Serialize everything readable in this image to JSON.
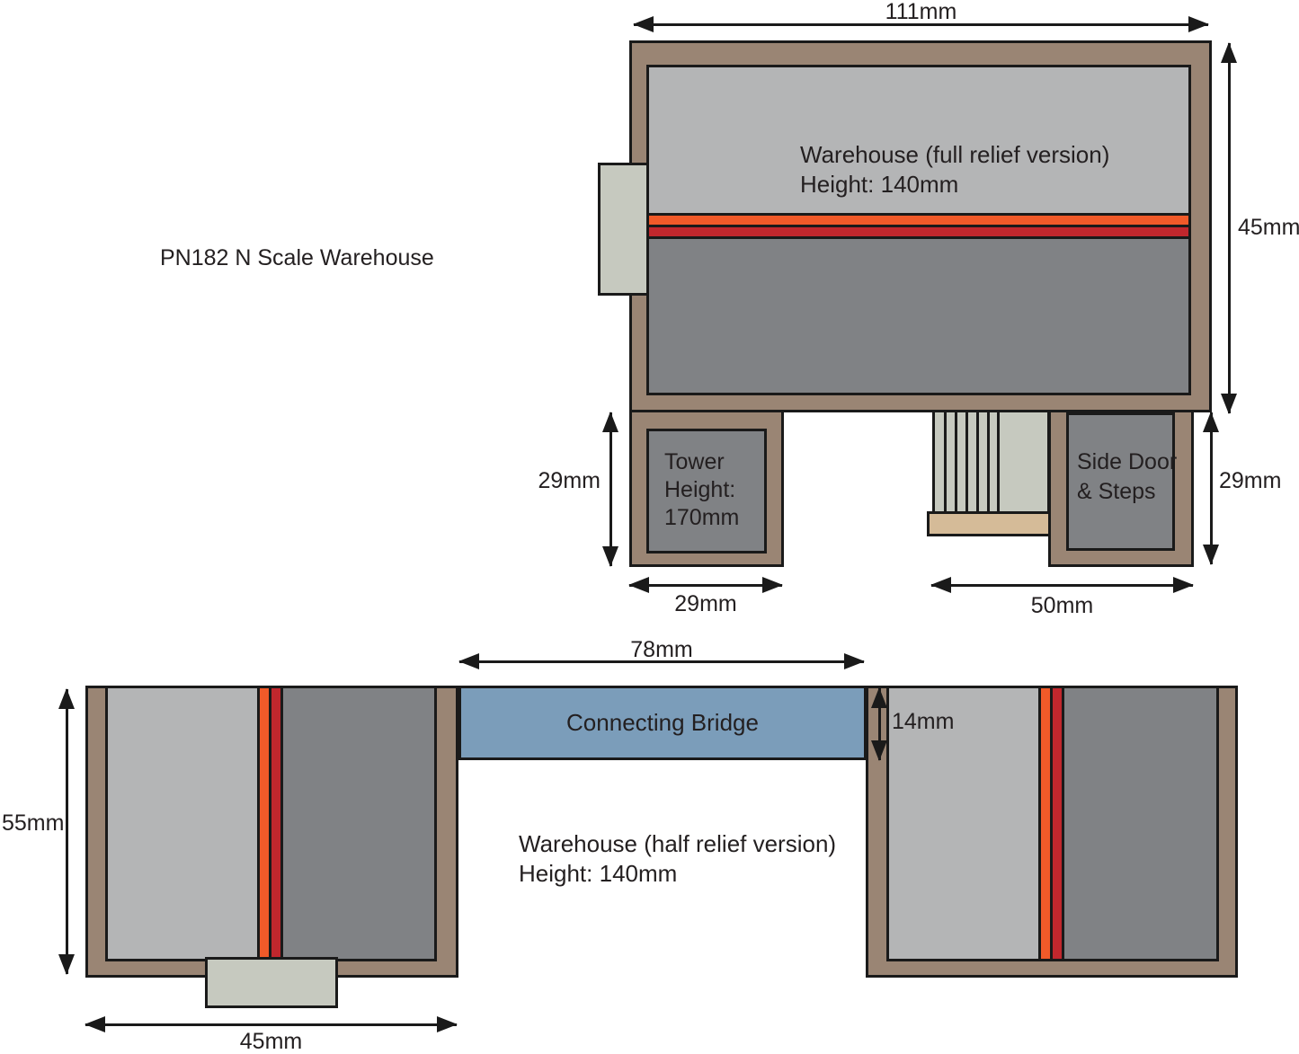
{
  "title": "PN182 N Scale Warehouse",
  "colors": {
    "wall_brown": "#9A8574",
    "panel_light_gray": "#B4B5B6",
    "panel_dark_gray": "#808285",
    "stripe_orange": "#F15A29",
    "stripe_red": "#C1272D",
    "platform_sage": "#C6C9BF",
    "step_base_tan": "#D5BB98",
    "bridge_blue": "#7B9DBA",
    "outline_black": "#1A1A1A",
    "text_black": "#231F20"
  },
  "full_relief": {
    "label_line1": "Warehouse (full relief version)",
    "label_line2": "Height: 140mm",
    "width_dim": "111mm",
    "height_dim": "45mm",
    "tower": {
      "lines": [
        "Tower",
        "Height:",
        "170mm"
      ],
      "width_dim": "29mm",
      "height_dim": "29mm"
    },
    "side_door": {
      "lines": [
        "Side Door",
        "& Steps"
      ],
      "width_dim": "50mm",
      "height_dim": "29mm"
    }
  },
  "half_relief": {
    "label_line1": "Warehouse (half relief version)",
    "label_line2": "Height: 140mm",
    "bridge_label": "Connecting Bridge",
    "bridge_width_dim": "78mm",
    "bridge_depth_dim": "14mm",
    "height_dim": "55mm",
    "width_dim": "45mm"
  }
}
